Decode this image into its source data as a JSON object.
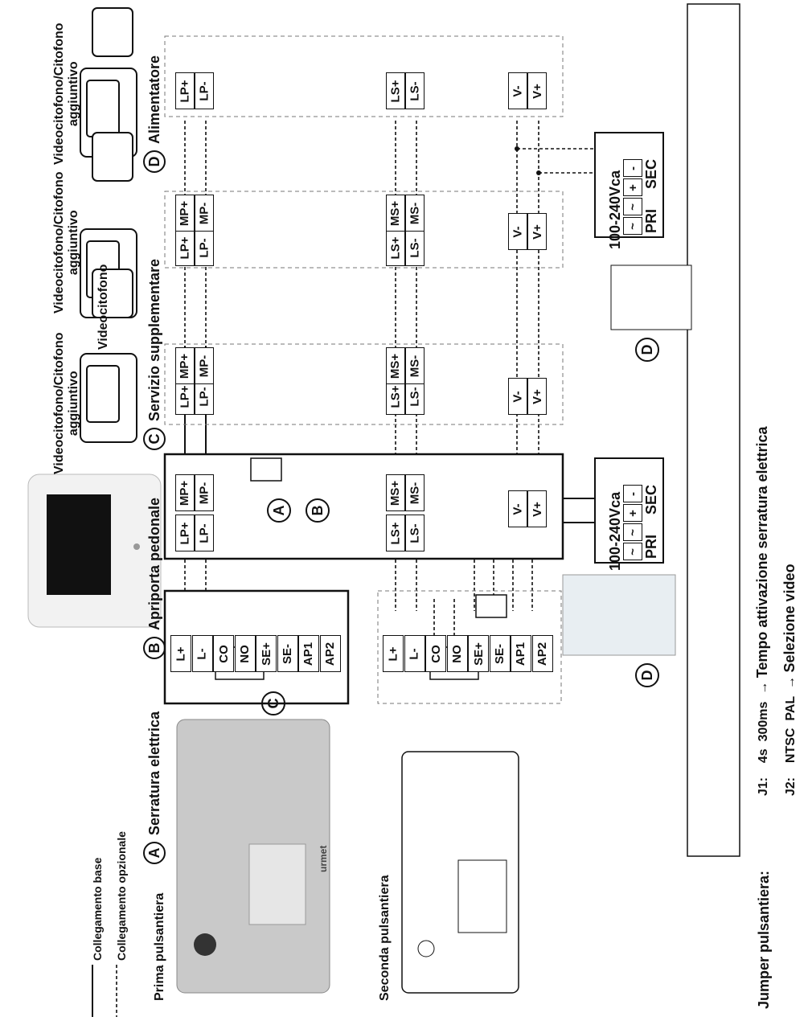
{
  "devices": {
    "monitor_main": "Videocitofono",
    "monitor_extra": "Videocitofono/Citofono aggiuntivo",
    "monitor_extra_line1": "Videocitofono/Citofono",
    "monitor_extra_line2": "aggiuntivo",
    "panel_first": "Prima pulsantiera",
    "panel_second": "Seconda pulsantiera"
  },
  "monitor_terminals": {
    "col1": [
      "LP+",
      "LP-"
    ],
    "col2": [
      "MP+",
      "MP-"
    ],
    "ls": [
      "LS+",
      "LS-"
    ],
    "ms": [
      "MS+",
      "MS-"
    ],
    "v": [
      "V-",
      "V+"
    ]
  },
  "panel_terminals": [
    "L+",
    "L-",
    "CO",
    "NO",
    "SE+",
    "SE-",
    "AP1",
    "AP2"
  ],
  "power_supply": {
    "voltage": "100-240Vca",
    "pri": "PRI",
    "sec": "SEC",
    "ac_symbol": "~",
    "plus": "+",
    "minus": "-"
  },
  "legend": {
    "base": "Collegamento base",
    "optional": "Collegamento opzionale",
    "items": [
      {
        "letter": "A",
        "label": "Serratura elettrica"
      },
      {
        "letter": "B",
        "label": "Apriporta pedonale"
      },
      {
        "letter": "C",
        "label": "Servizio supplementare"
      },
      {
        "letter": "D",
        "label": "Alimentatore"
      }
    ]
  },
  "jumpers": {
    "title": "Jumper pulsantiera:",
    "j1_label": "J1:",
    "j1_left": "4s",
    "j1_right": "300ms",
    "j1_desc": "Tempo attivazione serratura elettrica",
    "j2_label": "J2:",
    "j2_left": "NTSC",
    "j2_right": "PAL",
    "j2_desc": "Selezione video"
  },
  "device_letters": {
    "A": "A",
    "B": "B",
    "C": "C",
    "D": "D"
  },
  "brand": "urmet"
}
